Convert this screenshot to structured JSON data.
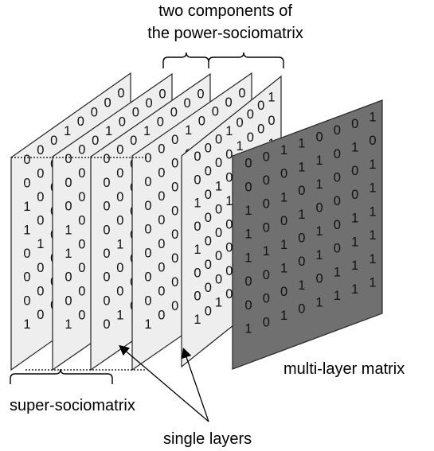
{
  "labels": {
    "top_line1": "two components of",
    "top_line2": "the power-sociomatrix",
    "bottom_left": "super-sociomatrix",
    "bottom_center": "single layers",
    "right": "multi-layer matrix"
  },
  "colors": {
    "sheet_fill": "#eeeeee",
    "sheet_stroke": "#222222",
    "multi_fill": "#707070",
    "digit_light": "#111111",
    "digit_dark": "#111111"
  },
  "sheets": [
    {
      "rows": [
        "00010000",
        "00010000",
        "10000010",
        "10000010",
        "01000000",
        "00001000",
        "00001000",
        "10001000"
      ]
    },
    {
      "rows": [
        "00010000",
        "00001000",
        "00000010",
        "10100000",
        "10001000",
        "00001000",
        "00000000",
        "10001001"
      ]
    },
    {
      "rows": [
        "00010000",
        "00001000",
        "00000010",
        "00001000",
        "01001000",
        "00000000",
        "00001000",
        "01001001"
      ]
    },
    {
      "rows": [
        "00010000",
        "00001000",
        "00000010",
        "00001000",
        "00001000",
        "00000000",
        "00000000",
        "10000010"
      ]
    },
    {
      "rows": [
        "00010001",
        "00001000",
        "10100001",
        "00010010",
        "10000001",
        "00000001",
        "00000001",
        "10100101"
      ]
    }
  ],
  "multi_layer": {
    "rows": [
      "00110001",
      "00011010",
      "10101001",
      "10010001",
      "11101011",
      "00101011",
      "00010111",
      "10101111"
    ]
  }
}
